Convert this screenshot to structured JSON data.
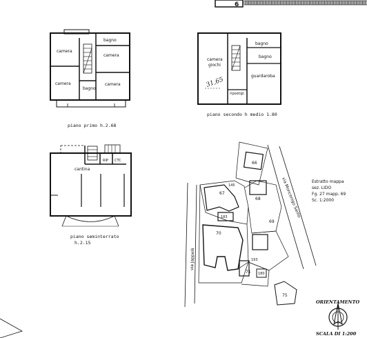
{
  "header": {
    "sheet_number": "6"
  },
  "plan_first_floor": {
    "rooms": {
      "camera_top_left": "camera",
      "camera_top_right": "camera",
      "camera_bottom_left": "camera",
      "camera_bottom_right": "camera",
      "bagno_top": "bagno",
      "bagno_center": "bagno"
    },
    "caption": "piano primo h.2.68"
  },
  "plan_second_floor": {
    "rooms": {
      "camera_giochi_1": "camera",
      "camera_giochi_2": "giochi",
      "bagno_top": "bagno",
      "bagno_mid": "bagno",
      "guardaroba": "guardaroba",
      "ripostiglio": "ripostigl."
    },
    "handwritten_note": "31,65",
    "caption": "piano secondo h medio 1.80"
  },
  "plan_basement": {
    "rooms": {
      "cantina": "cantina",
      "rip": "RIP",
      "ctc": "CTC"
    },
    "caption_line1": "piano seminterrato",
    "caption_line2": "h.2.15"
  },
  "site_map": {
    "parcels": {
      "p66": "66",
      "p67": "67",
      "p68": "68",
      "p69": "69",
      "p70": "70",
      "p71": "71",
      "p75": "75",
      "p145": "145",
      "p183": "183",
      "p193": "193",
      "p180": "180"
    },
    "street_left": "via Jappelli",
    "street_right": "via Moncenigo Santo",
    "extract": {
      "line1": "Estratto mappa",
      "line2": "sez. LIDO",
      "line3": "Fg. 27 mapp. 69",
      "line4": "Sc. 1:2000"
    }
  },
  "orientation": {
    "label": "ORIENTAMENTO"
  },
  "scale_label": "SCALA DI 1:200",
  "colors": {
    "ink": "#111111",
    "paper": "#ffffff"
  }
}
